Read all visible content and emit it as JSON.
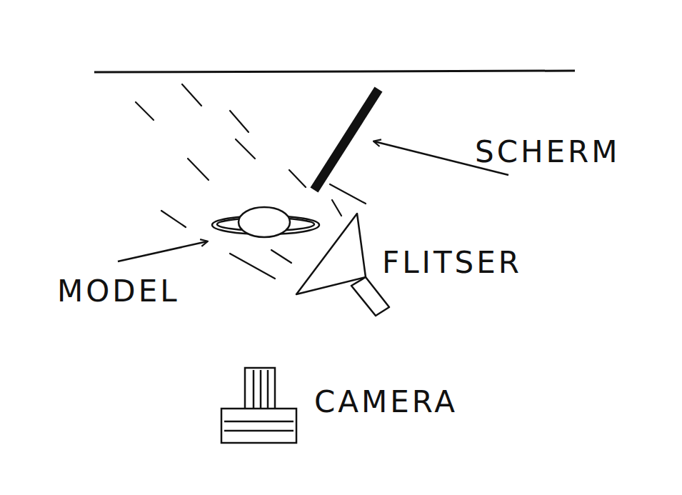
{
  "diagram": {
    "labels": [
      "SCHERM",
      "MODEL",
      "FLITSER",
      "CAMERA"
    ]
  }
}
